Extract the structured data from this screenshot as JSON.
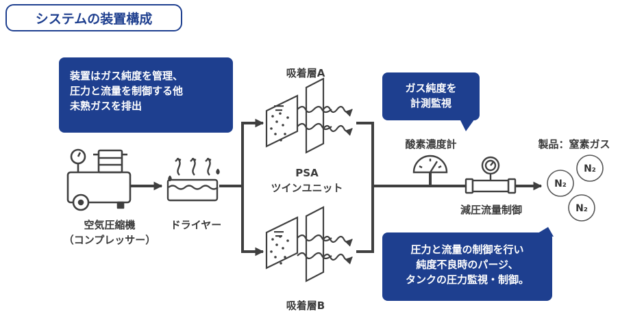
{
  "header": {
    "title": "システムの装置構成"
  },
  "bubbles": {
    "top_left": [
      "装置はガス純度を管理、",
      "圧力と流量を制御する他",
      "未熟ガスを排出"
    ],
    "top_right": [
      "ガス純度を",
      "計測監視"
    ],
    "bottom_right": [
      "圧力と流量の制御を行い",
      "純度不良時のパージ、",
      "タンクの圧力監視・制御。"
    ]
  },
  "labels": {
    "compressor_1": "空気圧縮機",
    "compressor_2": "（コンプレッサー）",
    "dryer": "ドライヤー",
    "bed_a": "吸着層A",
    "bed_b": "吸着層B",
    "psa_1": "PSA",
    "psa_2": "ツインユニット",
    "analyzer": "酸素濃度計",
    "valve": "減圧流量制御",
    "product": "製品：窒素ガス",
    "n2": "N₂"
  },
  "colors": {
    "accent": "#1e3f8f",
    "line": "#3f3f3f",
    "bubble_text": "#ffffff"
  }
}
